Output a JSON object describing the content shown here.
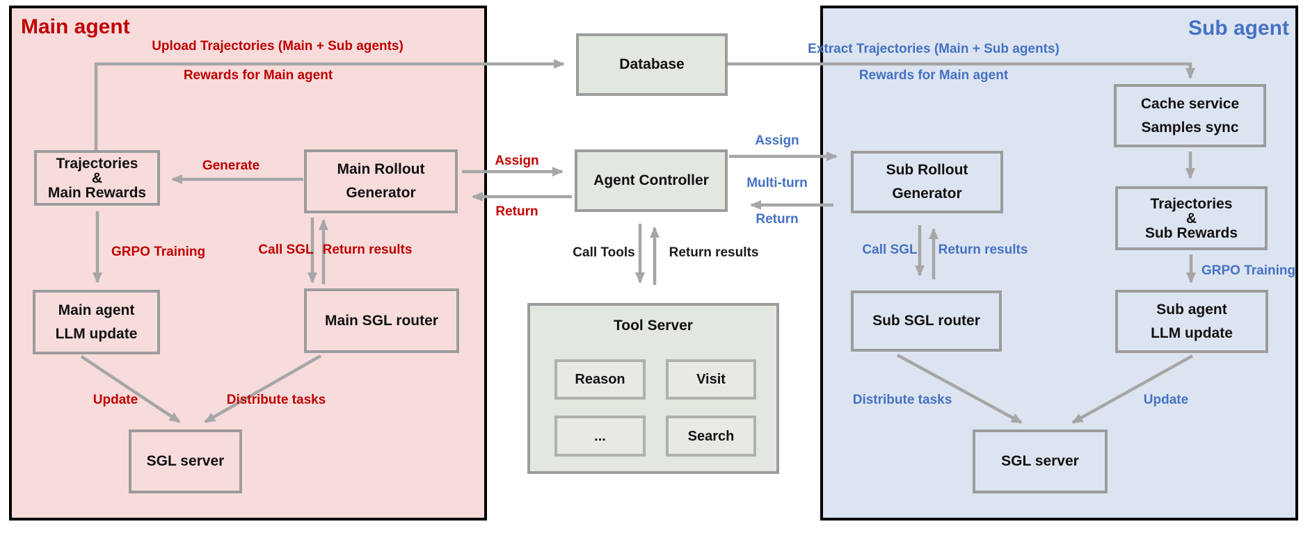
{
  "main_panel": {
    "title": "Main agent",
    "upload_label_line1": "Upload Trajectories (Main + Sub agents)",
    "upload_label_line2": "Rewards for Main agent",
    "boxes": {
      "trajectories": {
        "l1": "Trajectories",
        "l2": "&",
        "l3": "Main Rewards"
      },
      "rollout": {
        "l1": "Main Rollout",
        "l2": "Generator"
      },
      "llm_update": {
        "l1": "Main agent",
        "l2": "LLM update"
      },
      "sgl_router": {
        "l1": "Main SGL router"
      },
      "sgl_server": {
        "l1": "SGL server"
      }
    },
    "labels": {
      "generate": "Generate",
      "grpo": "GRPO Training",
      "call_sgl": "Call SGL",
      "return_results": "Return results",
      "update": "Update",
      "distribute": "Distribute tasks",
      "assign": "Assign",
      "return": "Return"
    }
  },
  "middle": {
    "database": "Database",
    "agent_controller": "Agent Controller",
    "call_tools": "Call Tools",
    "return_results": "Return results",
    "tool_server": {
      "title": "Tool Server",
      "tools": [
        "Reason",
        "Visit",
        "...",
        "Search"
      ]
    }
  },
  "sub_panel": {
    "title": "Sub agent",
    "extract_label_line1": "Extract Trajectories (Main + Sub agents)",
    "extract_label_line2": "Rewards for Main agent",
    "boxes": {
      "rollout": {
        "l1": "Sub Rollout",
        "l2": "Generator"
      },
      "cache": {
        "l1": "Cache service",
        "l2": "Samples sync"
      },
      "trajectories": {
        "l1": "Trajectories",
        "l2": "&",
        "l3": "Sub Rewards"
      },
      "sgl_router": {
        "l1": "Sub SGL router"
      },
      "llm_update": {
        "l1": "Sub agent",
        "l2": "LLM update"
      },
      "sgl_server": {
        "l1": "SGL server"
      }
    },
    "labels": {
      "assign": "Assign",
      "multi_turn": "Multi-turn",
      "return": "Return",
      "call_sgl": "Call SGL",
      "return_results": "Return results",
      "grpo": "GRPO Training",
      "distribute": "Distribute tasks",
      "update": "Update"
    }
  },
  "colors": {
    "main_accent": "#C00000",
    "sub_accent": "#4472C4",
    "main_panel_bg": "#F8DCDC",
    "sub_panel_bg": "#DDE4F1",
    "middle_box_bg": "#E2E7DF",
    "box_border": "#9C9C9C",
    "arrow": "#A6A6A6",
    "panel_border": "#000000"
  }
}
